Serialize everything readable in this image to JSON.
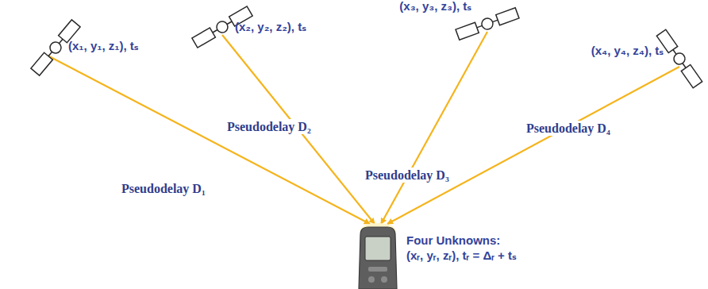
{
  "diagram": {
    "nodes": [
      {
        "text": [
          "(x₁, y₁, z₁), tₛ"
        ]
      },
      {
        "text": [
          "(x₂, y₂, z₂), tₛ"
        ]
      },
      {
        "text": [
          "(x₃, y₃, z₃), tₛ"
        ]
      },
      {
        "text": [
          "(x₄, y₄, z₄), tₛ"
        ]
      },
      {
        "text": [
          "Four Unknowns:",
          "(xᵣ, yᵣ, zᵣ), tᵣ = Δᵣ + tₛ"
        ]
      }
    ],
    "edges": [
      {
        "from": 0,
        "to": 4,
        "arrow": "to",
        "label": "Pseudodelay D₁"
      },
      {
        "from": 1,
        "to": 4,
        "arrow": "to",
        "label": "Pseudodelay D₂"
      },
      {
        "from": 2,
        "to": 4,
        "arrow": "to",
        "label": "Pseudodelay D₃"
      },
      {
        "from": 3,
        "to": 4,
        "arrow": "to",
        "label": "Pseudodelay D₄"
      }
    ]
  }
}
